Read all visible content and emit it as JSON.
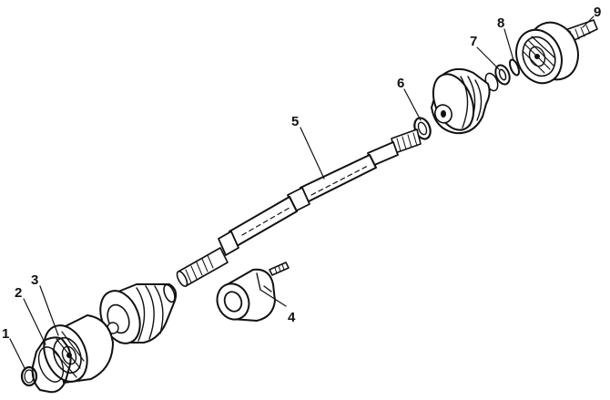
{
  "diagram": {
    "type": "exploded-parts-view",
    "callouts": [
      "1",
      "2",
      "3",
      "4",
      "5",
      "6",
      "7",
      "8",
      "9"
    ],
    "colors": {
      "ink": "#111111",
      "paper": "#ffffff"
    }
  }
}
